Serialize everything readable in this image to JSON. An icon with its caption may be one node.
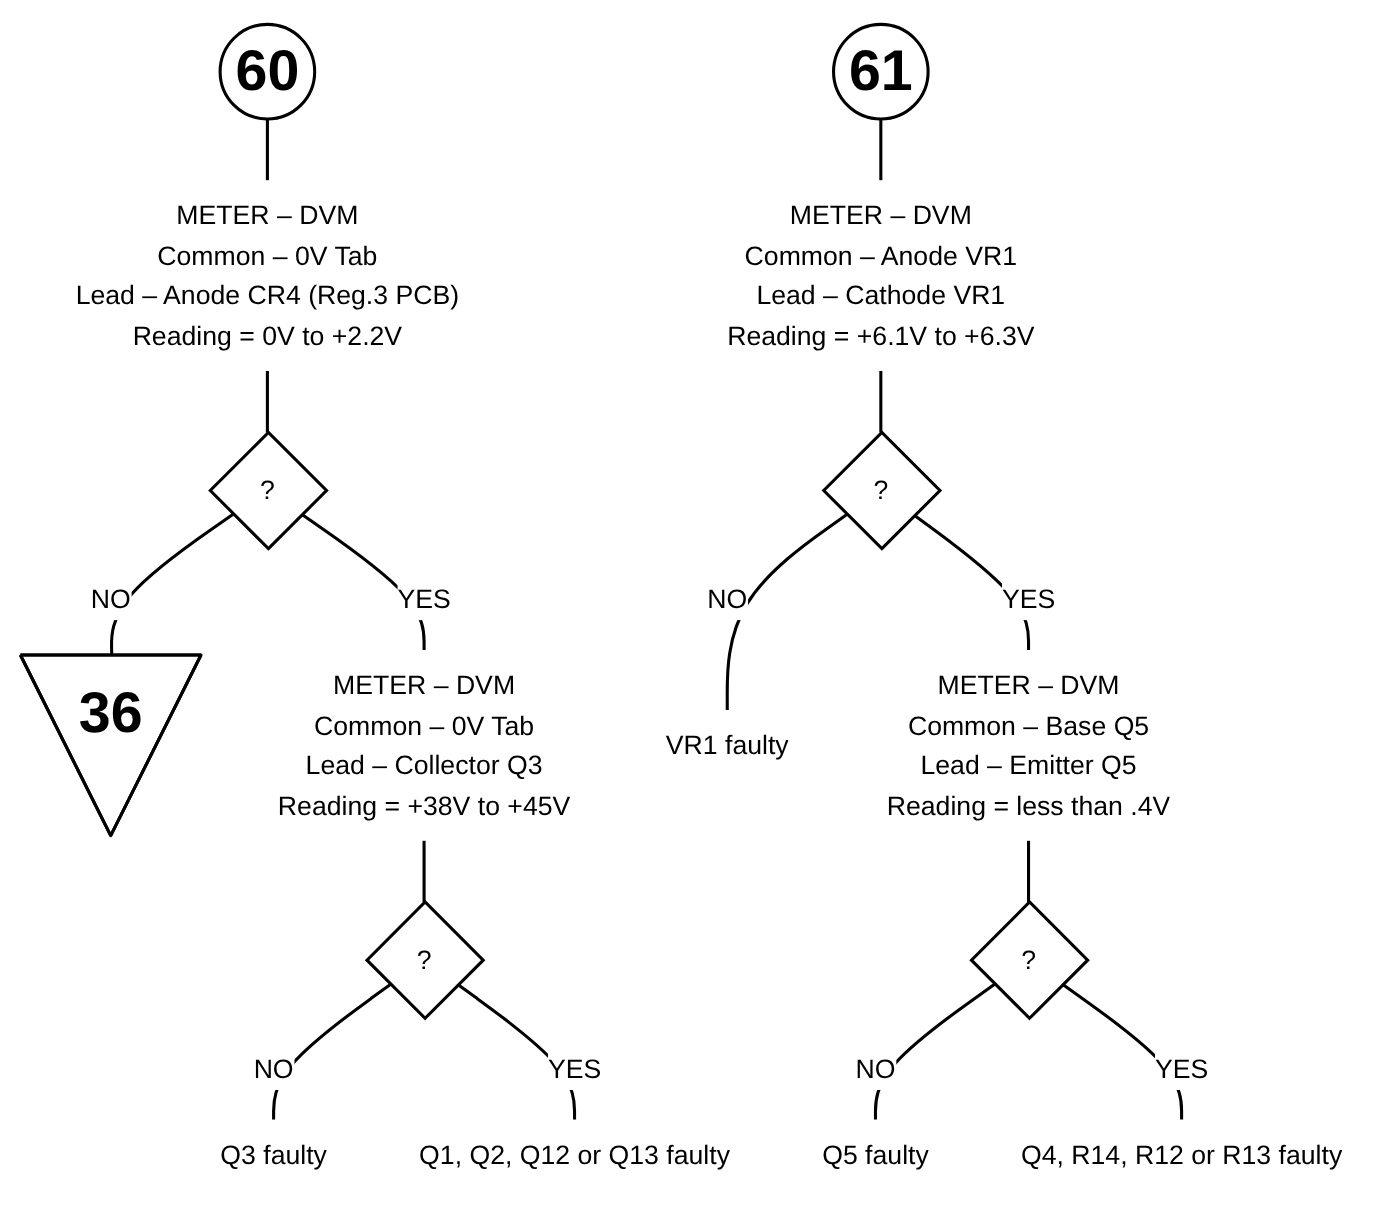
{
  "diagram": {
    "nodes": [
      {
        "text": [
          "60"
        ]
      },
      {
        "text": [
          "METER – DVM",
          "Common – 0V Tab",
          "Lead – Anode CR4 (Reg.3 PCB)",
          "Reading = 0V to +2.2V"
        ]
      },
      {
        "text": [
          "?"
        ]
      },
      {
        "text": [
          "36"
        ]
      },
      {
        "text": [
          "METER – DVM",
          "Common – 0V Tab",
          "Lead – Collector Q3",
          "Reading = +38V to +45V"
        ]
      },
      {
        "text": [
          "?"
        ]
      },
      {
        "text": [
          "Q3 faulty"
        ]
      },
      {
        "text": [
          "Q1, Q2, Q12 or Q13 faulty"
        ]
      },
      {
        "text": [
          "61"
        ]
      },
      {
        "text": [
          "METER – DVM",
          "Common – Anode VR1",
          "Lead – Cathode VR1",
          "Reading = +6.1V to +6.3V"
        ]
      },
      {
        "text": [
          "?"
        ]
      },
      {
        "text": [
          "VR1 faulty"
        ]
      },
      {
        "text": [
          "METER – DVM",
          "Common – Base Q5",
          "Lead – Emitter Q5",
          "Reading = less than .4V"
        ]
      },
      {
        "text": [
          "?"
        ]
      },
      {
        "text": [
          "Q5 faulty"
        ]
      },
      {
        "text": [
          "Q4, R14, R12 or R13 faulty"
        ]
      }
    ],
    "edges": [
      {
        "from": 0,
        "to": 1,
        "arrow": "none"
      },
      {
        "from": 1,
        "to": 2,
        "arrow": "none"
      },
      {
        "from": 2,
        "to": 3,
        "label": "NO",
        "arrow": "none"
      },
      {
        "from": 2,
        "to": 4,
        "label": "YES",
        "arrow": "none"
      },
      {
        "from": 4,
        "to": 5,
        "arrow": "none"
      },
      {
        "from": 5,
        "to": 6,
        "label": "NO",
        "arrow": "none"
      },
      {
        "from": 5,
        "to": 7,
        "label": "YES",
        "arrow": "none"
      },
      {
        "from": 8,
        "to": 9,
        "arrow": "none"
      },
      {
        "from": 9,
        "to": 10,
        "arrow": "none"
      },
      {
        "from": 10,
        "to": 11,
        "label": "NO",
        "arrow": "none"
      },
      {
        "from": 10,
        "to": 12,
        "label": "YES",
        "arrow": "none"
      },
      {
        "from": 12,
        "to": 13,
        "arrow": "none"
      },
      {
        "from": 13,
        "to": 14,
        "label": "NO",
        "arrow": "none"
      },
      {
        "from": 13,
        "to": 15,
        "label": "YES",
        "arrow": "none"
      }
    ]
  }
}
